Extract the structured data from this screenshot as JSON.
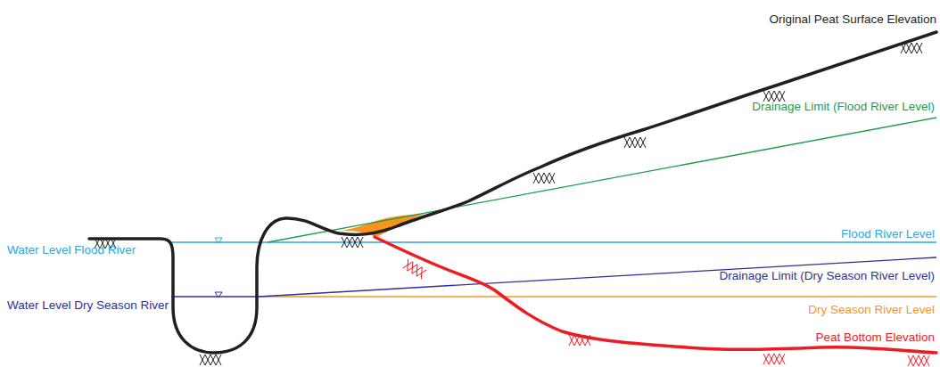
{
  "diagram": {
    "labels": [
      "Original Peat Surface Elevation",
      "Drainage Limit (Flood River Level)",
      "Water Level Flood River",
      "Flood River Level",
      "Drainage Limit (Dry Season River Level)",
      "Water Level Dry Season River",
      "Dry Season River Level",
      "Peat Bottom Elevation"
    ]
  }
}
